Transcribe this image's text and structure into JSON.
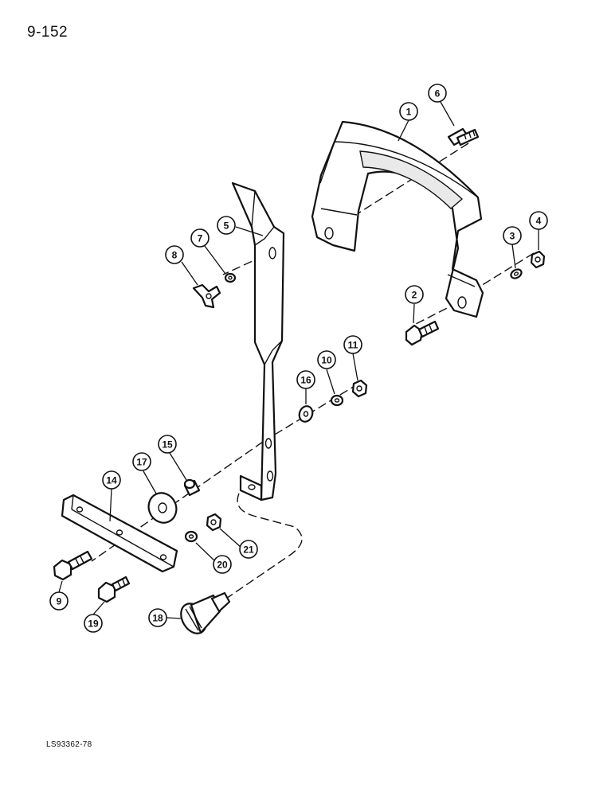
{
  "page": {
    "page_number": "9-152",
    "drawing_code": "LS93362-78"
  },
  "callouts": [
    {
      "key": "1",
      "label": "1"
    },
    {
      "key": "2",
      "label": "2"
    },
    {
      "key": "3",
      "label": "3"
    },
    {
      "key": "4",
      "label": "4"
    },
    {
      "key": "5",
      "label": "5"
    },
    {
      "key": "6",
      "label": "6"
    },
    {
      "key": "7",
      "label": "7"
    },
    {
      "key": "8",
      "label": "8"
    },
    {
      "key": "9",
      "label": "9"
    },
    {
      "key": "10",
      "label": "10"
    },
    {
      "key": "11",
      "label": "11"
    },
    {
      "key": "14",
      "label": "14"
    },
    {
      "key": "15",
      "label": "15"
    },
    {
      "key": "16",
      "label": "16"
    },
    {
      "key": "17",
      "label": "17"
    },
    {
      "key": "18",
      "label": "18"
    },
    {
      "key": "19",
      "label": "19"
    },
    {
      "key": "20",
      "label": "20"
    },
    {
      "key": "21",
      "label": "21"
    }
  ]
}
